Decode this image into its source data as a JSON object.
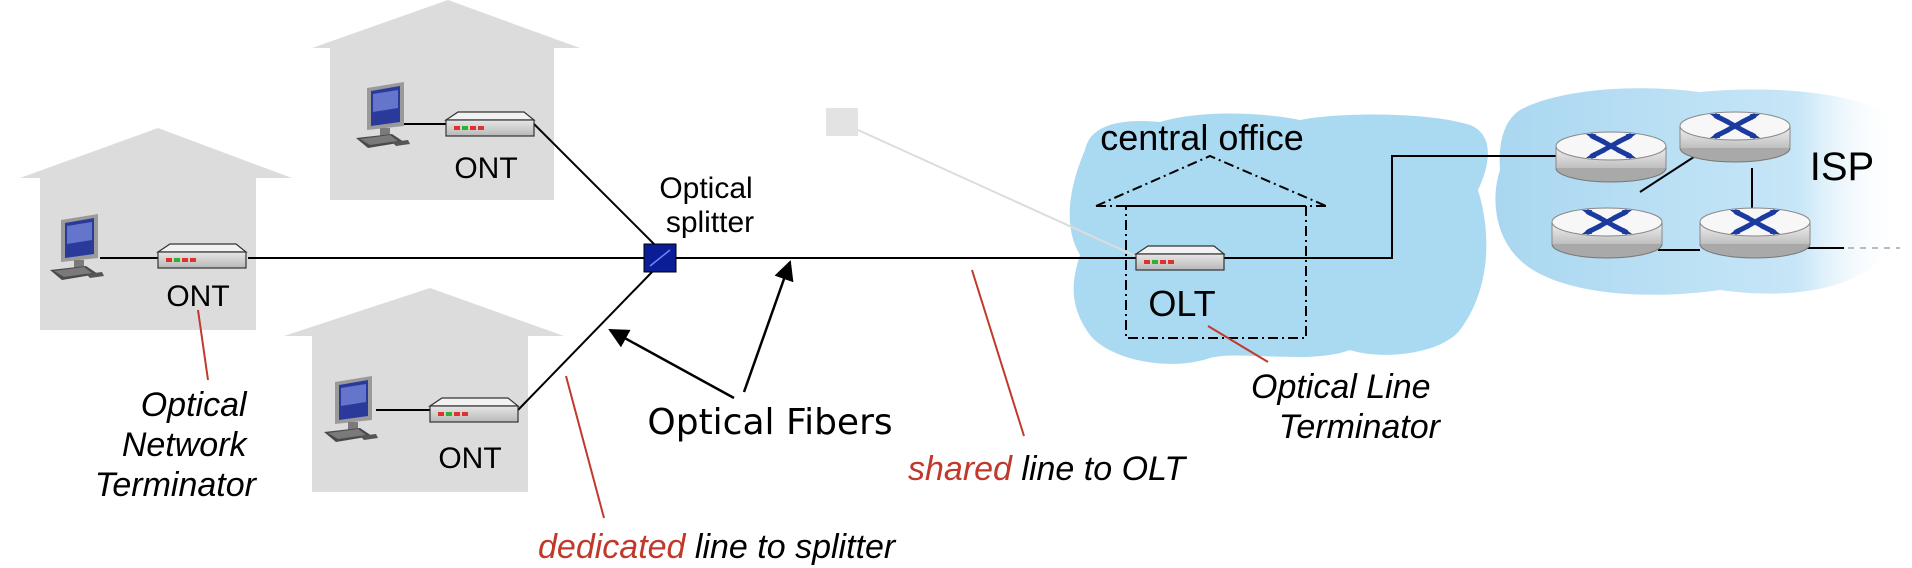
{
  "labels": {
    "ont_top": "ONT",
    "ont_left": "ONT",
    "ont_bottom": "ONT",
    "olt": "OLT",
    "optical_splitter_line1": "Optical",
    "optical_splitter_line2": "splitter",
    "central_office": "central office",
    "isp": "ISP",
    "optical_fibers": "Optical Fibers",
    "ont_callout": [
      "Optical",
      "Network",
      "Terminator"
    ],
    "olt_callout": [
      "Optical Line",
      "Terminator"
    ],
    "shared_word": "shared",
    "shared_rest": " line to OLT",
    "dedicated_word": "dedicated",
    "dedicated_rest": " line to splitter"
  },
  "colors": {
    "house": "#dcdcdc",
    "cloud": "#a9daf2",
    "isp_cloud": "#b5ddf3",
    "splitter": "#0a1c96",
    "accent_red": "#c0392b",
    "line": "#000000"
  },
  "icons": {
    "computer": "computer-icon",
    "ont": "ont-box-icon",
    "olt": "olt-box-icon",
    "splitter": "splitter-icon",
    "router": "router-icon"
  }
}
